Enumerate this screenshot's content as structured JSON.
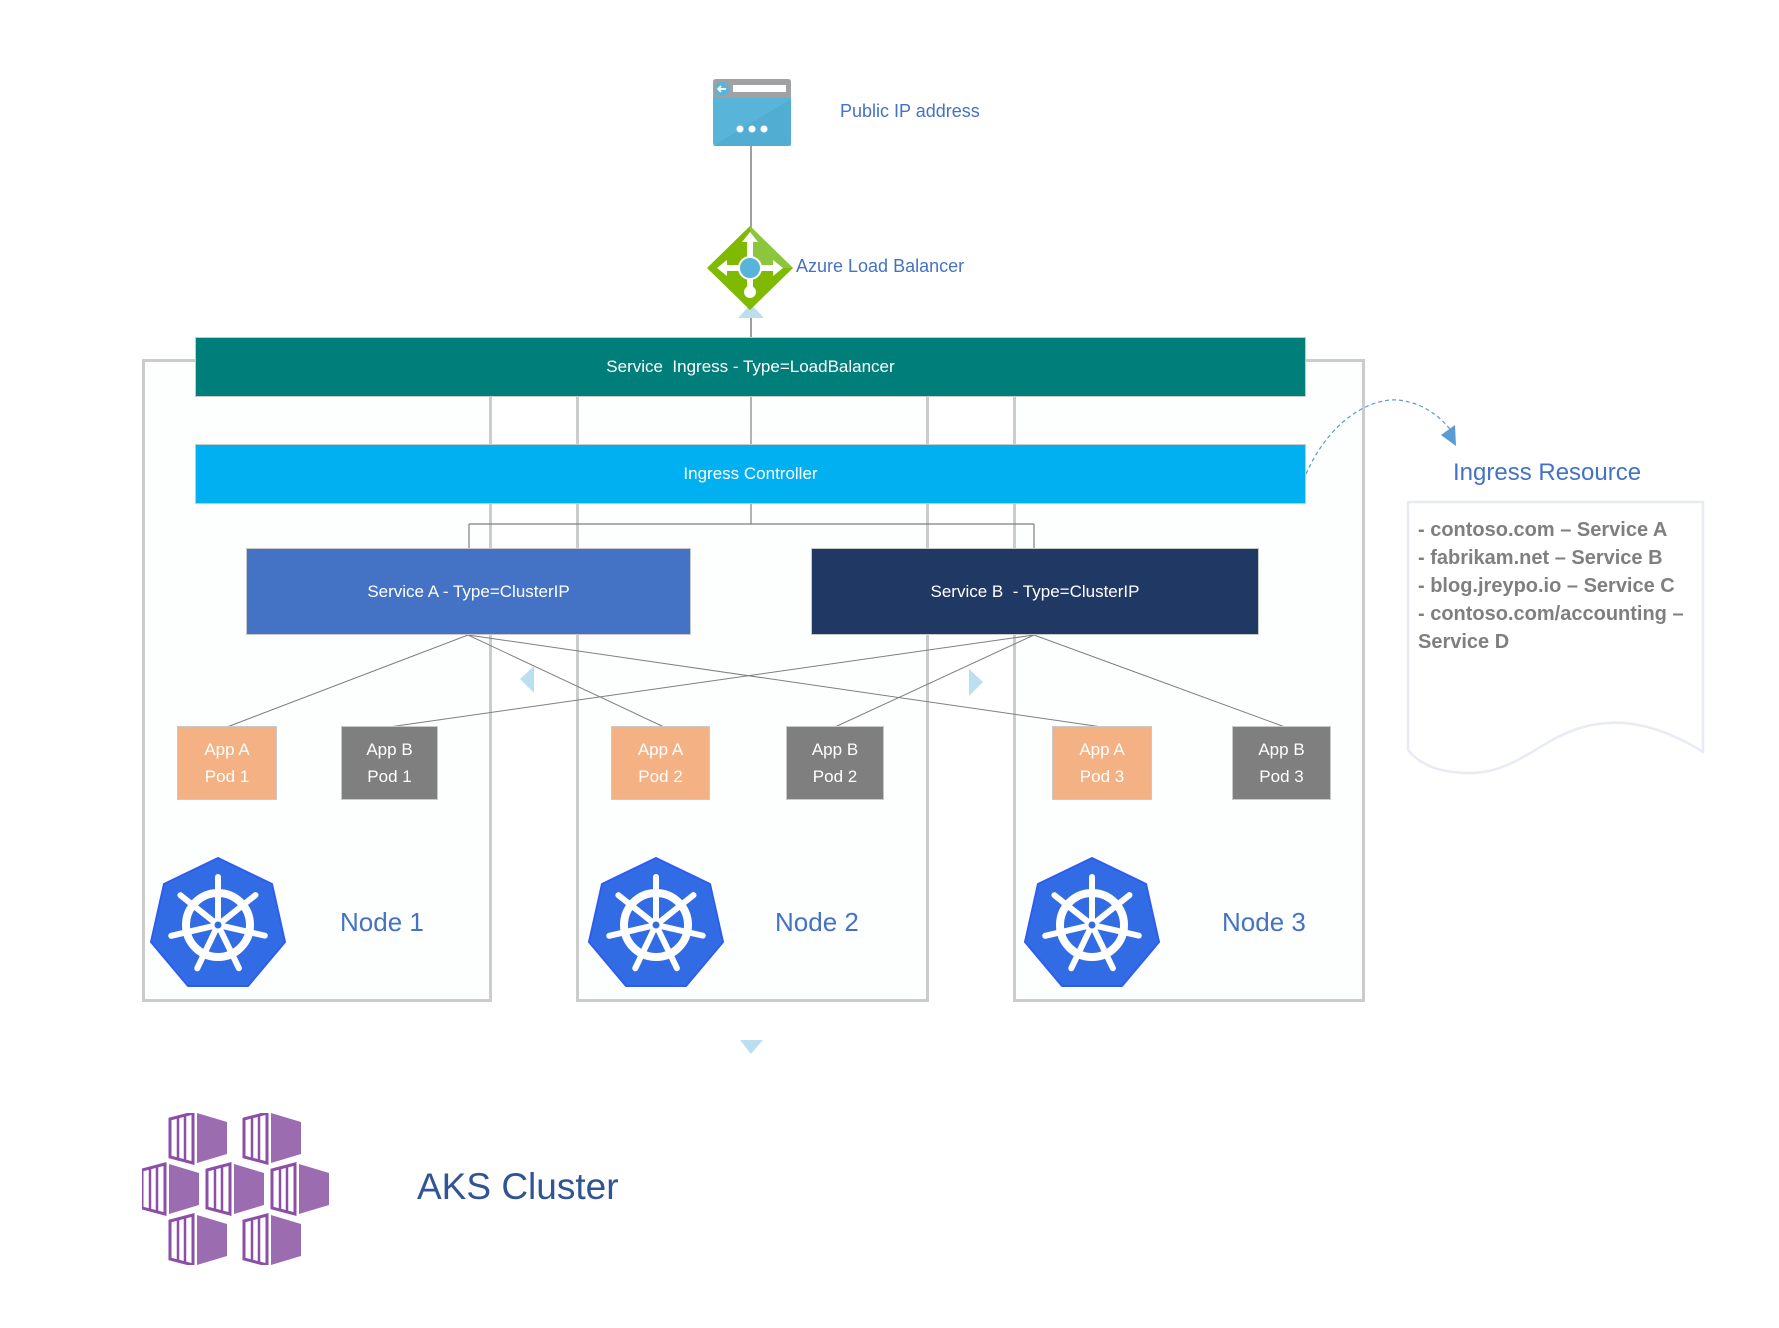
{
  "public_ip": {
    "label": "Public IP address",
    "icon": "public-ip-icon"
  },
  "load_balancer": {
    "label": "Azure Load Balancer",
    "icon": "load-balancer-icon"
  },
  "service_ingress": {
    "label": "Service  Ingress - Type=LoadBalancer",
    "color": "#007f7a"
  },
  "ingress_controller": {
    "label": "Ingress Controller",
    "color": "#00b0f0"
  },
  "services": [
    {
      "label": "Service A - Type=ClusterIP",
      "color": "#4472c4"
    },
    {
      "label": "Service B  - Type=ClusterIP",
      "color": "#203864"
    }
  ],
  "pods": [
    {
      "app": "App A",
      "pod": "Pod 1",
      "color": "#f4b183"
    },
    {
      "app": "App B",
      "pod": "Pod 1",
      "color": "#7f7f7f"
    },
    {
      "app": "App A",
      "pod": "Pod 2",
      "color": "#f4b183"
    },
    {
      "app": "App B",
      "pod": "Pod 2",
      "color": "#7f7f7f"
    },
    {
      "app": "App A",
      "pod": "Pod 3",
      "color": "#f4b183"
    },
    {
      "app": "App B",
      "pod": "Pod 3",
      "color": "#7f7f7f"
    }
  ],
  "nodes": [
    {
      "label": "Node 1",
      "icon": "kubernetes-icon"
    },
    {
      "label": "Node 2",
      "icon": "kubernetes-icon"
    },
    {
      "label": "Node 3",
      "icon": "kubernetes-icon"
    }
  ],
  "ingress_resource": {
    "title": "Ingress Resource",
    "rules": [
      "- contoso.com – Service A",
      "- fabrikam.net – Service B",
      "- blog.jreypo.io – Service C",
      "- contoso.com/accounting –",
      "Service D"
    ]
  },
  "cluster": {
    "label": "AKS Cluster",
    "icon": "aks-cluster-icon",
    "color": "#2f5597"
  },
  "connections": [
    {
      "from": "Service A",
      "to": "App A Pod 1"
    },
    {
      "from": "Service A",
      "to": "App A Pod 2"
    },
    {
      "from": "Service A",
      "to": "App A Pod 3"
    },
    {
      "from": "Service B",
      "to": "App B Pod 1"
    },
    {
      "from": "Service B",
      "to": "App B Pod 2"
    },
    {
      "from": "Service B",
      "to": "App B Pod 3"
    }
  ]
}
